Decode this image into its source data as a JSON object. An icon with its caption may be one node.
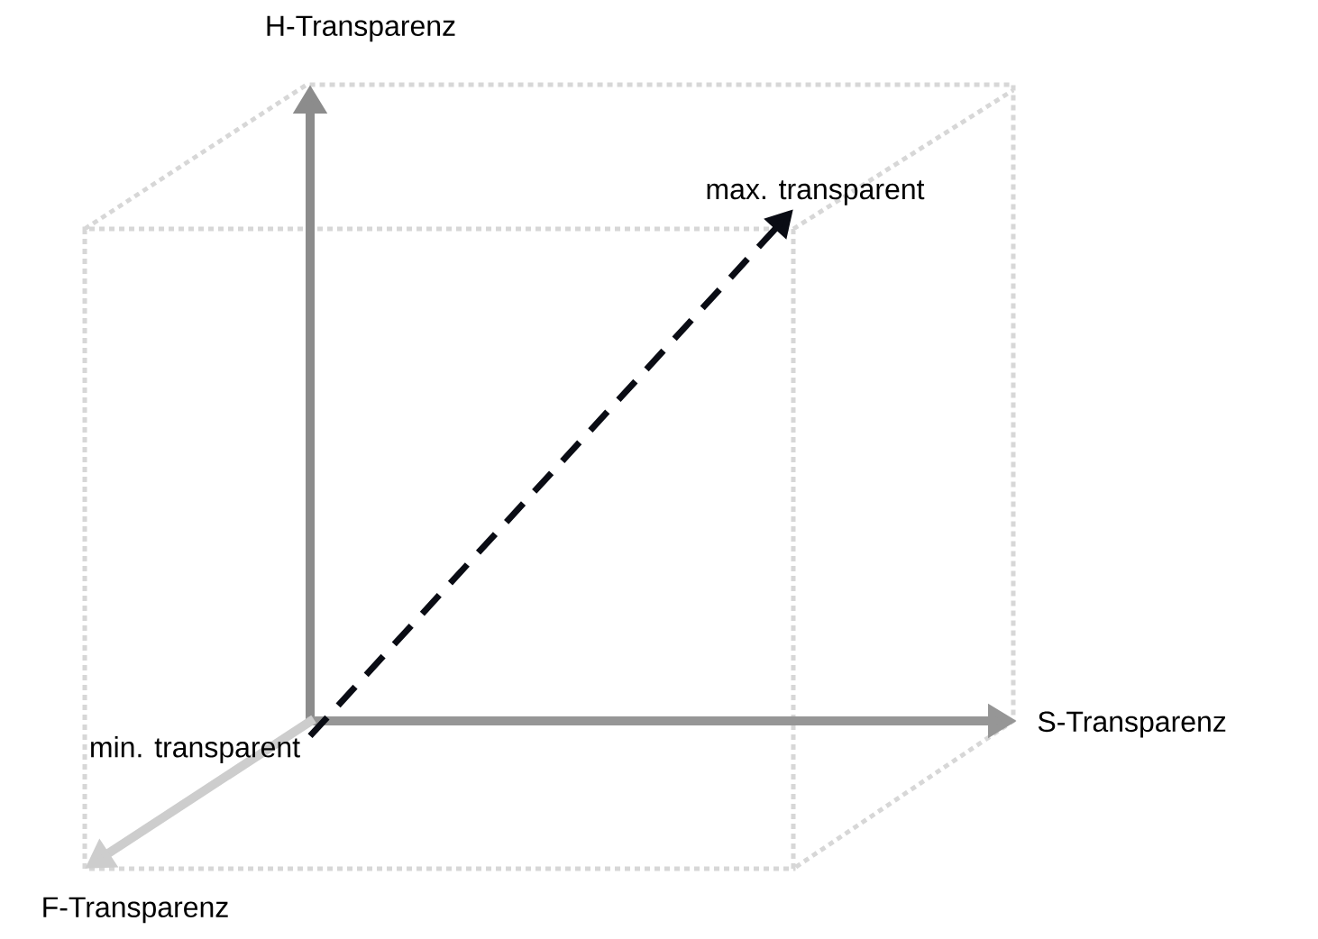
{
  "diagram": {
    "nodes": [
      {
        "text": [
          "min. transparent"
        ]
      },
      {
        "text": [
          "max. transparent"
        ]
      }
    ],
    "edges": [
      {
        "from": 0,
        "to": 1,
        "arrow": "to",
        "style": "dashed"
      }
    ],
    "labels": [
      "H-Transparenz",
      "S-Transparenz",
      "F-Transparenz"
    ]
  }
}
